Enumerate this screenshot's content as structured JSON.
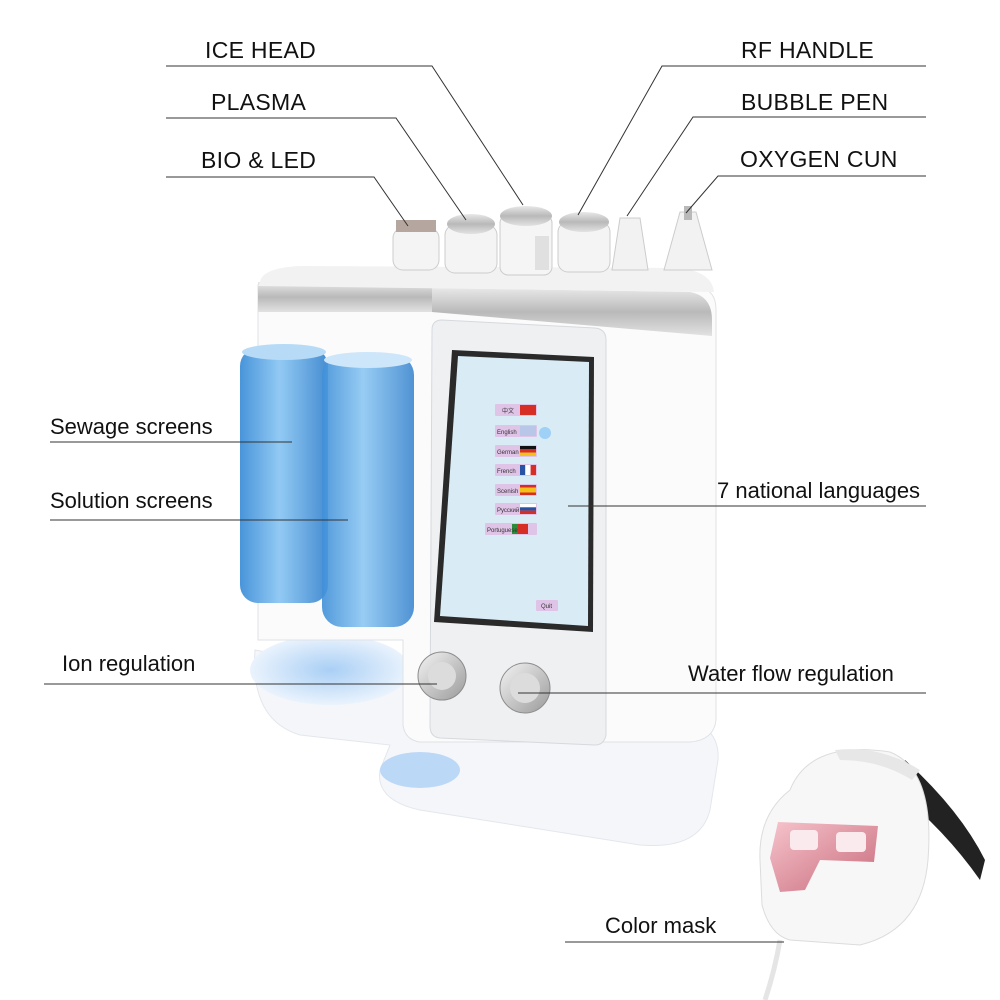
{
  "labels": {
    "ice_head": "ICE HEAD",
    "rf_handle": "RF HANDLE",
    "plasma": "PLASMA",
    "bubble_pen": "BUBBLE PEN",
    "bio_led": "BIO & LED",
    "oxygen_gun": "OXYGEN CUN",
    "sewage_screens": "Sewage screens",
    "solution_screens": "Solution screens",
    "national_languages": "7 national languages",
    "ion_regulation": "Ion regulation",
    "water_flow_regulation": "Water flow regulation",
    "color_mask": "Color mask"
  },
  "screen": {
    "languages": [
      "中文",
      "English",
      "German",
      "French",
      "Scenish",
      "Русский",
      "Portuguese"
    ],
    "quit": "Quit"
  },
  "colors": {
    "leader_line": "#333333",
    "bottle_blue": "#5aa6e6",
    "screen_bg": "#d9ecf6",
    "mask_accent": "#e59aa6",
    "base_glow": "#9fc8f3"
  }
}
